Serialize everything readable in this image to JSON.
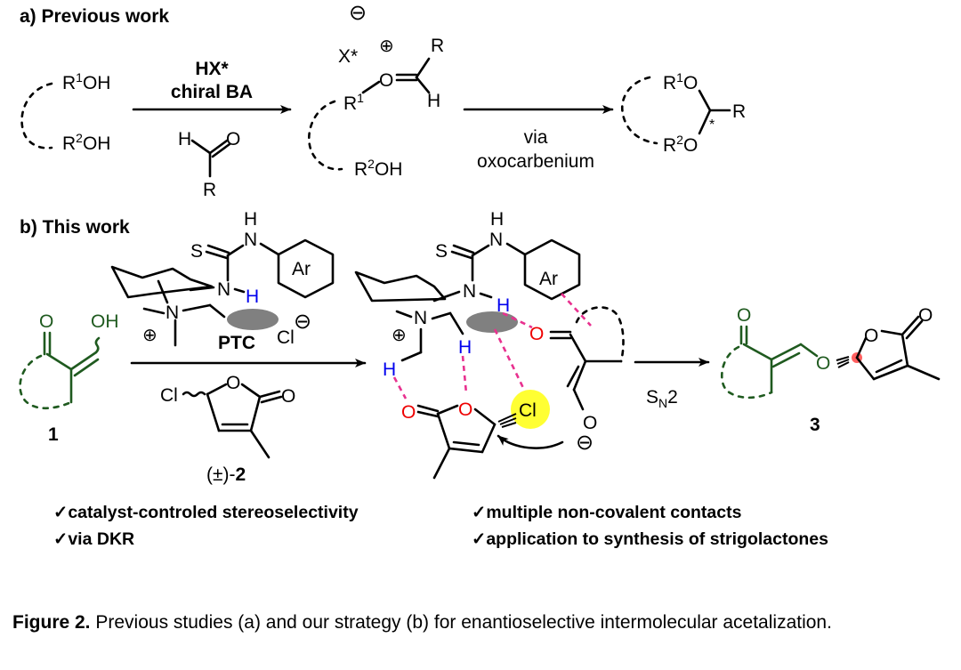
{
  "panel_a": {
    "label": "a) Previous work",
    "substrate": {
      "r1": "R",
      "r1_sup": "1",
      "r1_tail": "OH",
      "r2": "R",
      "r2_sup": "2",
      "r2_tail": "OH"
    },
    "reagents_above": [
      "HX*",
      "chiral BA"
    ],
    "aldehyde": {
      "h": "H",
      "o": "O",
      "r": "R"
    },
    "intermediate": {
      "anion": "X*",
      "minus": "⊖",
      "plus": "⊕",
      "o": "O",
      "r": "R",
      "h": "H",
      "r1": "R",
      "r1_sup": "1",
      "r2": "R",
      "r2_sup": "2",
      "r2_tail": "OH"
    },
    "arrow2_label": [
      "via",
      "oxocarbenium"
    ],
    "product": {
      "r1": "R",
      "r1_sup": "1",
      "r1_tail": "O",
      "r2": "R",
      "r2_sup": "2",
      "r2_tail": "O",
      "r": "R",
      "star": "*"
    }
  },
  "panel_b": {
    "label": "b) This work",
    "substrate": {
      "o": "O",
      "oh": "OH",
      "number": "1"
    },
    "catalyst": {
      "s": "S",
      "nh_top": "N",
      "h_top": "H",
      "ar": "Ar",
      "n_mid": "N",
      "h_mid": "H",
      "n_amine": "N",
      "plus": "⊕",
      "name": "PTC",
      "counterion": "Cl",
      "minus": "⊖"
    },
    "reagent": {
      "cl": "Cl",
      "o_ring": "O",
      "o_carbonyl": "O",
      "label_prefix": "(±)-",
      "number": "2"
    },
    "transition_state": {
      "s": "S",
      "nh_top": "N",
      "h_top": "H",
      "ar": "Ar",
      "n_mid": "N",
      "h_mid": "H",
      "n_amine": "N",
      "plus": "⊕",
      "h_a": "H",
      "h_b": "H",
      "o_carbonyl": "O",
      "o_ring": "O",
      "cl": "Cl",
      "o_enone": "O",
      "o_enolate": "O",
      "minus": "⊖"
    },
    "arrow2_label": {
      "s": "S",
      "sub": "N",
      "tail": "2"
    },
    "product": {
      "o_ketone": "O",
      "o_ether": "O",
      "o_ring": "O",
      "o_carbonyl": "O",
      "number": "3"
    }
  },
  "highlights": {
    "colors": {
      "substrate_green": "#1f5a1f",
      "hbond_pink": "#e8318f",
      "oxygen_red": "#ee0000",
      "hydrogen_blue": "#0000ee",
      "chloride_yellow": "#ffff33",
      "catalyst_gray": "#808080"
    },
    "left": [
      "✓catalyst-controled stereoselectivity",
      "✓via DKR"
    ],
    "right": [
      "✓multiple non-covalent contacts",
      "✓application to synthesis of strigolactones"
    ]
  },
  "caption": {
    "figure_label": "Figure 2.",
    "text": " Previous studies (a) and our strategy (b) for enantioselective intermolecular acetalization."
  }
}
